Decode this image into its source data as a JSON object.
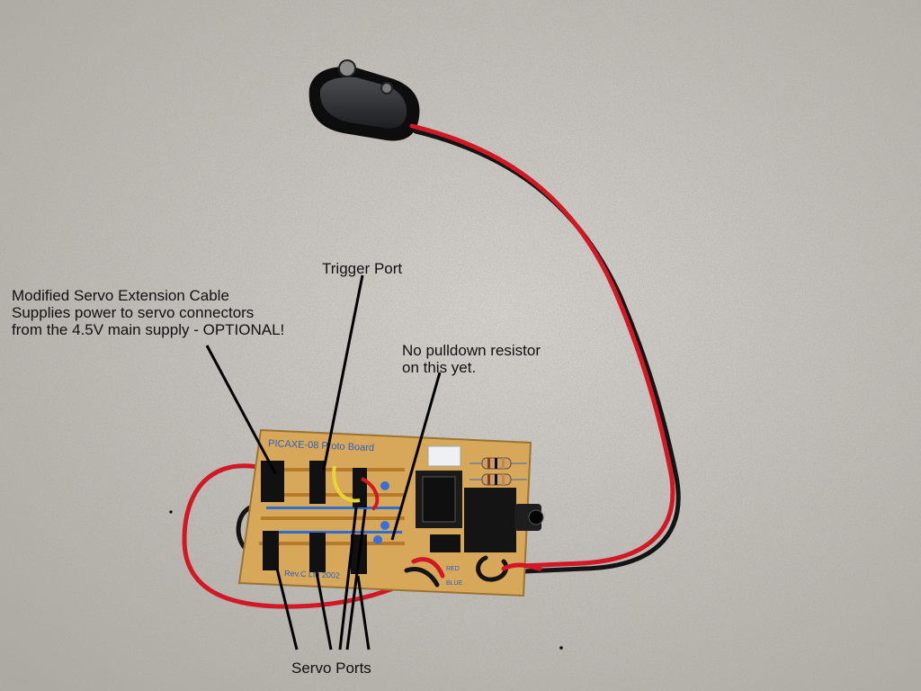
{
  "annotations": {
    "cable_line1": "Modified Servo Extension Cable",
    "cable_line2": "Supplies power to servo connectors",
    "cable_line3": "from the 4.5V main supply - OPTIONAL!",
    "trigger": "Trigger Port",
    "pulldown_line1": "No pulldown resistor",
    "pulldown_line2": "on this yet.",
    "servo": "Servo Ports"
  },
  "board": {
    "title": "PICAXE-08 Proto Board",
    "rev": "Rev.C Ltd 2002",
    "red_label": "RED",
    "blue_label": "BLUE"
  },
  "colors": {
    "background": "#c9c6c1",
    "board": "#d8a85a",
    "wire_red": "#d11824",
    "wire_black": "#141414",
    "annotation_line": "#000000"
  }
}
